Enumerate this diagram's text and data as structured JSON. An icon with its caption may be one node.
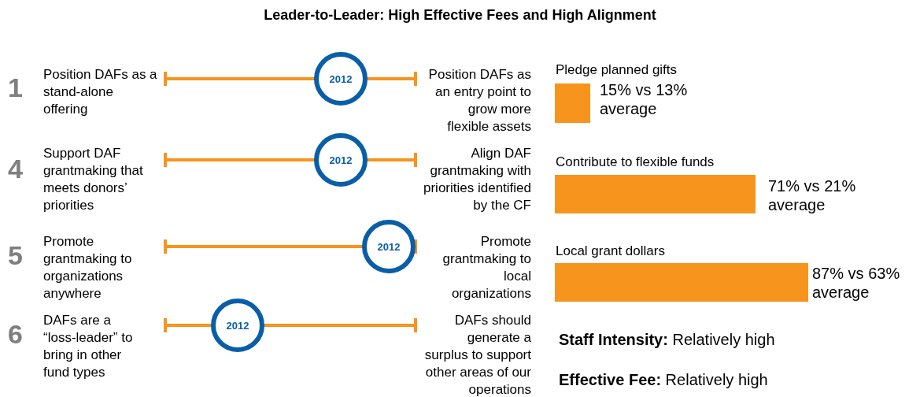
{
  "diagram": {
    "title": "Leader-to-Leader: High Effective Fees and High Alignment",
    "nodes": [
      {
        "text": [
          "2012"
        ]
      },
      {
        "text": [
          "2012"
        ]
      },
      {
        "text": [
          "2012"
        ]
      },
      {
        "text": [
          "2012"
        ]
      },
      {
        "text": [],
        "shape": "bar"
      },
      {
        "text": [],
        "shape": "bar"
      },
      {
        "text": [],
        "shape": "bar"
      }
    ],
    "labels": [
      "1",
      "Position DAFs as a stand-alone offering",
      "Position DAFs as an entry point to grow more flexible assets",
      "Pledge planned gifts",
      "15% vs 13% average",
      "4",
      "Support DAF grantmaking that meets donors’ priorities",
      "Align DAF grantmaking with priorities identified by the CF",
      "Contribute to flexible funds",
      "71% vs 21% average",
      "5",
      "Promote grantmaking to organizations anywhere",
      "Promote grantmaking to local organizations",
      "Local grant dollars",
      "87% vs 63% average",
      "6",
      "DAFs are a “loss-leader” to bring in other fund types",
      "DAFs should generate a surplus to support other areas of our operations",
      "**Staff Intensity:** Relatively high",
      "**Effective Fee:** Relatively high"
    ]
  }
}
